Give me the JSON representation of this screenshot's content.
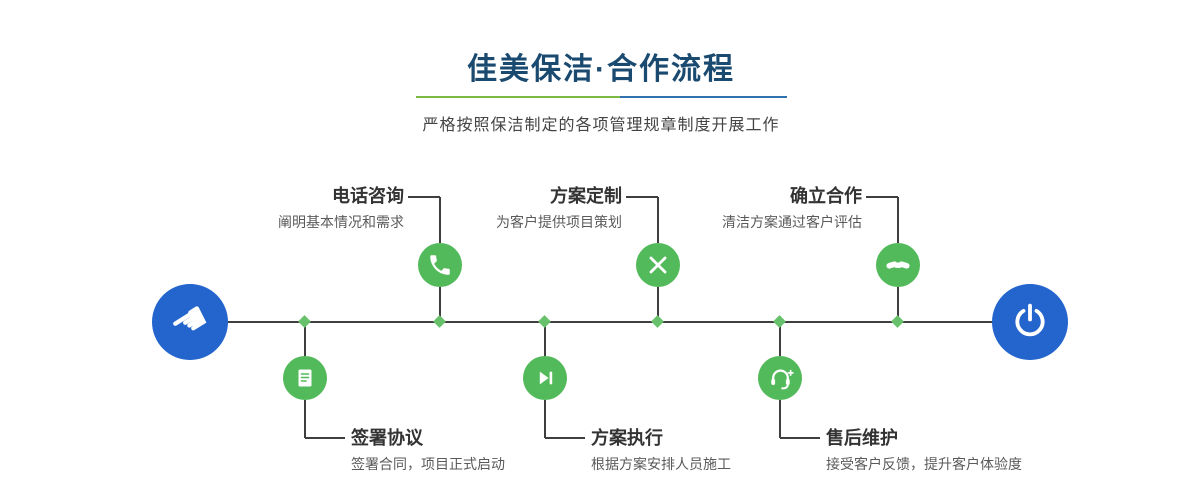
{
  "header": {
    "title": "佳美保洁·合作流程",
    "subtitle": "严格按照保洁制定的各项管理规章制度开展工作"
  },
  "timeline": {
    "start_icon": "hand-pointer-icon",
    "start_glyph": "☚",
    "end_icon": "power-icon"
  },
  "steps": {
    "top": [
      {
        "title": "电话咨询",
        "desc": "阐明基本情况和需求",
        "icon": "phone-icon"
      },
      {
        "title": "方案定制",
        "desc": "为客户提供项目策划",
        "icon": "design-pencil-icon"
      },
      {
        "title": "确立合作",
        "desc": "清洁方案通过客户评估",
        "icon": "handshake-icon"
      }
    ],
    "bottom": [
      {
        "title": "签署协议",
        "desc": "签署合同，项目正式启动",
        "icon": "contract-icon"
      },
      {
        "title": "方案执行",
        "desc": "根据方案安排人员施工",
        "icon": "play-icon"
      },
      {
        "title": "售后维护",
        "desc": "接受客户反馈，提升客户体验度",
        "icon": "headset-icon"
      }
    ]
  },
  "colors": {
    "accent_green": "#53ba5b",
    "diamond_green": "#66c16a",
    "accent_blue": "#2365cd",
    "title_navy": "#1a4a70",
    "divider_green": "#7cb944",
    "divider_blue": "#2f72ae",
    "line_dark": "#3f3f3f"
  }
}
